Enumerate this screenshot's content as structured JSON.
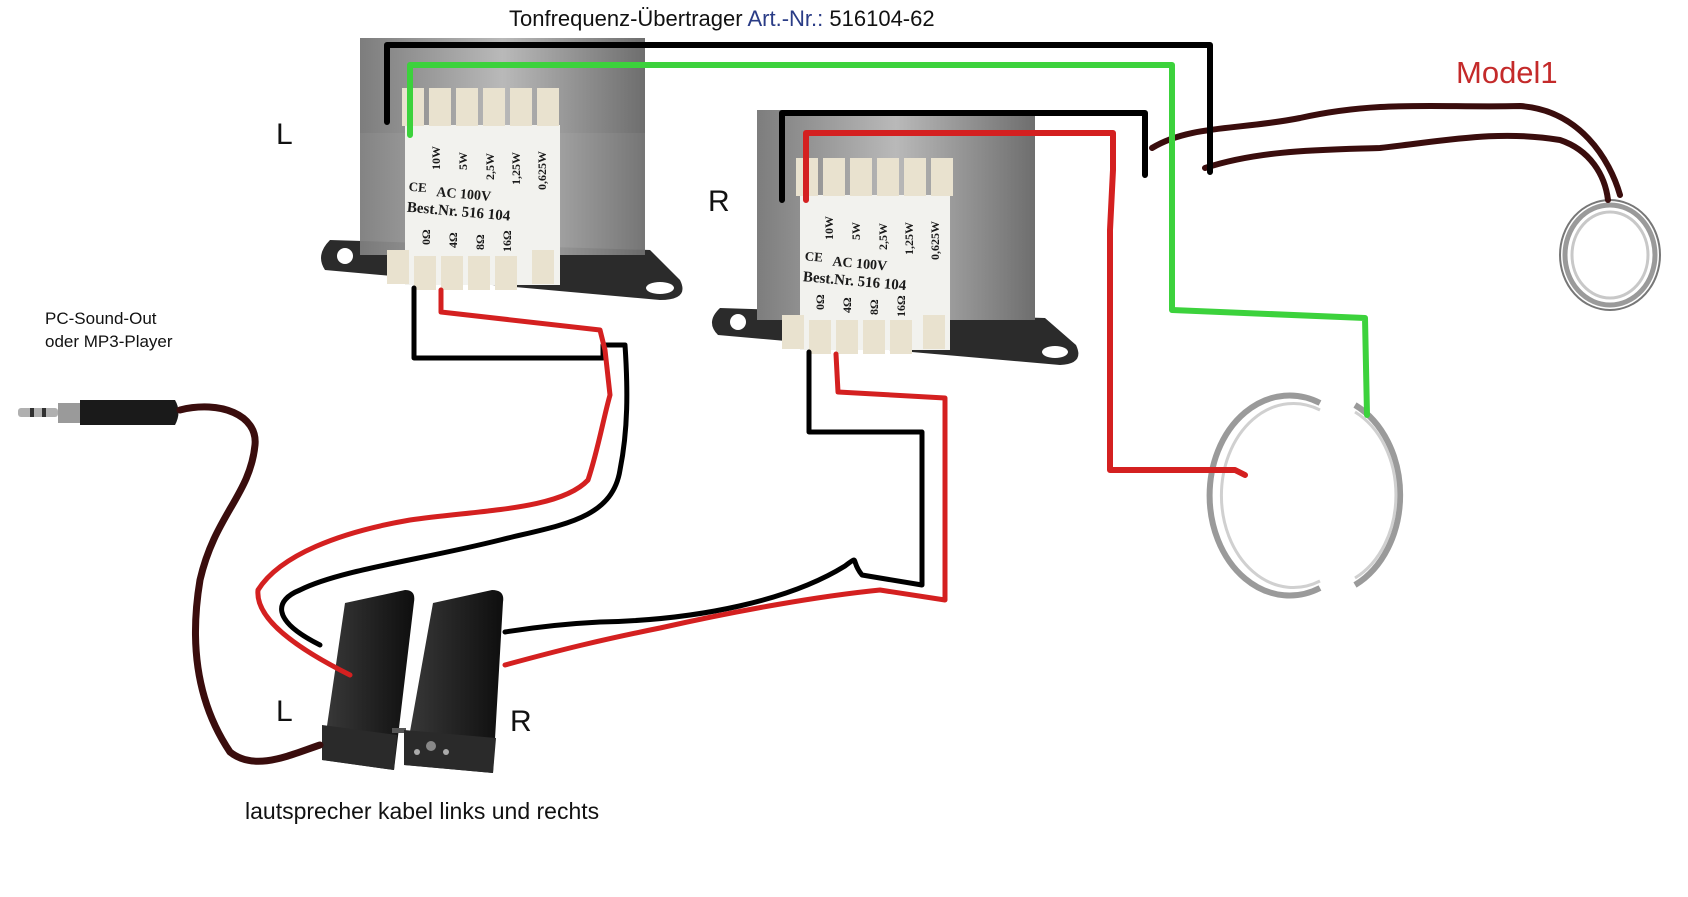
{
  "title": {
    "prefix": "Tonfrequenz-Übertrager",
    "art_label": "Art.-Nr.:",
    "art_number": "516104-62"
  },
  "transformers": [
    {
      "side_label": "L",
      "ce_mark": "CE",
      "voltage": "AC 100V",
      "order_number": "Best.Nr. 516 104",
      "taps_top": [
        "10W",
        "5W",
        "2,5W",
        "1,25W",
        "0,625W"
      ],
      "taps_bottom": [
        "0Ω",
        "4Ω",
        "8Ω",
        "16Ω"
      ]
    },
    {
      "side_label": "R",
      "ce_mark": "CE",
      "voltage": "AC 100V",
      "order_number": "Best.Nr. 516 104",
      "taps_top": [
        "10W",
        "5W",
        "2,5W",
        "1,25W",
        "0,625W"
      ],
      "taps_bottom": [
        "0Ω",
        "4Ω",
        "8Ω",
        "16Ω"
      ]
    }
  ],
  "source_label_line1": "PC-Sound-Out",
  "source_label_line2": "oder MP3-Player",
  "speaker_left_label": "L",
  "speaker_right_label": "R",
  "speaker_caption": "lautsprecher kabel links und rechts",
  "model_label": "Model1",
  "wire_colors": {
    "black": "#000000",
    "red": "#d42020",
    "green": "#3cd23c",
    "brown": "#3a0d0d"
  }
}
